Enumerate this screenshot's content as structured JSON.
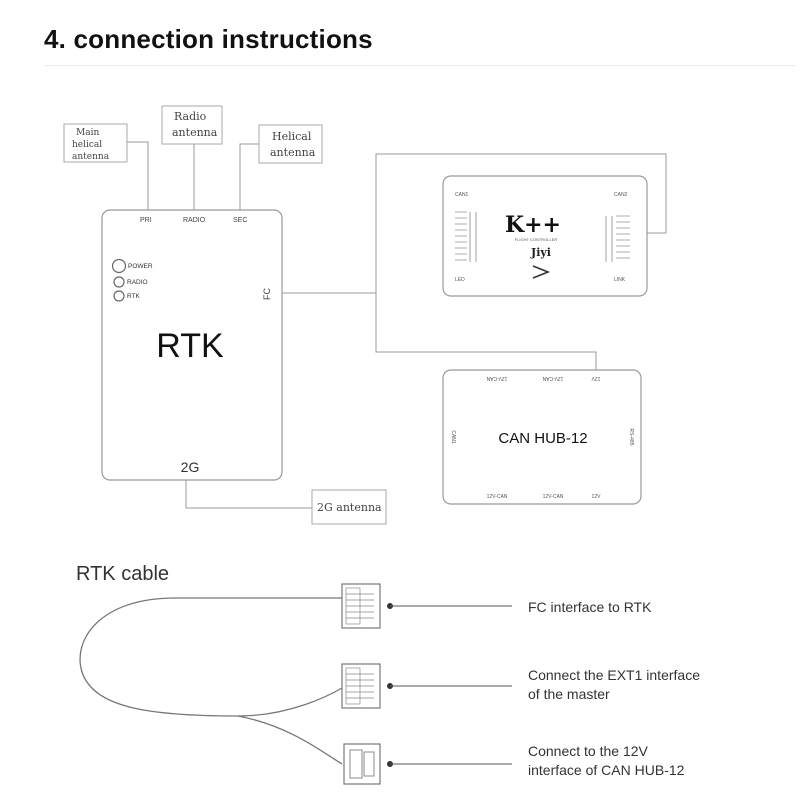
{
  "title": "4. connection instructions",
  "antennas": {
    "main_helical_line1": "Main",
    "main_helical_line2": "helical",
    "main_helical_line3": "antenna",
    "radio_line1": "Radio",
    "radio_line2": "antenna",
    "helical_line1": "Helical",
    "helical_line2": "antenna",
    "two_g": "2G antenna"
  },
  "rtk_module": {
    "name": "RTK",
    "port_pri": "PRI",
    "port_radio": "RADIO",
    "port_sec": "SEC",
    "port_fc": "FC",
    "port_2g": "2G",
    "led_power": "POWER",
    "led_radio": "RADIO",
    "led_rtk": "RTK"
  },
  "flight_controller": {
    "logo": "K++",
    "subtitle": "FLIGHT CONTROLLER",
    "brand": "Jiyi",
    "can1": "CAN1",
    "can2": "CAN2",
    "led": "LED",
    "link": "LINK"
  },
  "can_hub": {
    "name": "CAN HUB-12",
    "top_port_1": "12V-CAN",
    "top_port_2": "12V-CAN",
    "top_port_3": "12V",
    "bottom_port_1": "12V-CAN",
    "bottom_port_2": "12V-CAN",
    "bottom_port_3": "12V",
    "left_port": "CAN1",
    "right_port": "RS-485"
  },
  "cable": {
    "heading": "RTK cable",
    "label_fc": "FC interface to RTK",
    "label_ext1_line1": "Connect the EXT1 interface",
    "label_ext1_line2": "of the master",
    "label_12v_line1": "Connect to the 12V",
    "label_12v_line2": "interface of CAN HUB-12"
  },
  "colors": {
    "line": "#8a8a8a",
    "box": "#9a9a9a",
    "text": "#222222",
    "title": "#111111"
  }
}
